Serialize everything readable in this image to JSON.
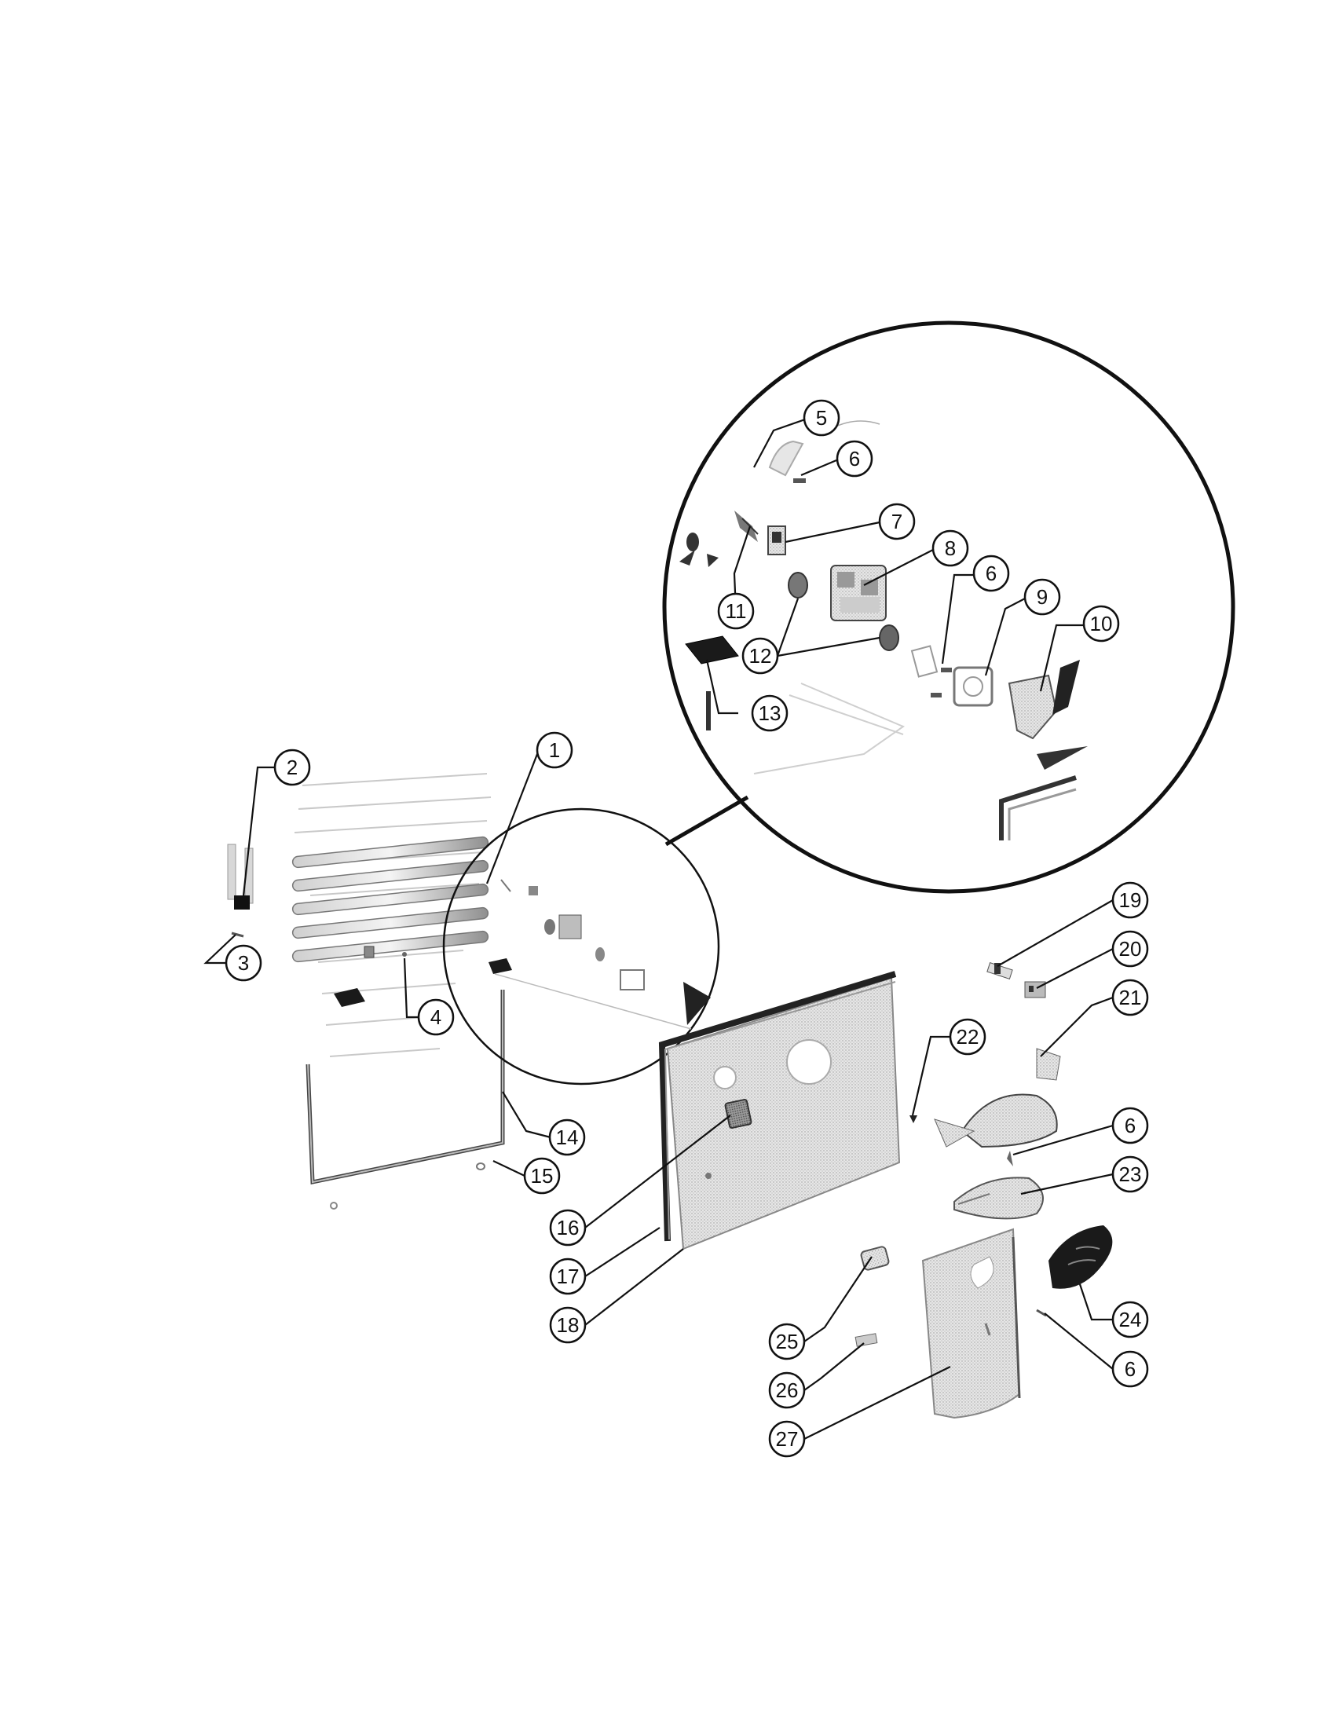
{
  "diagram": {
    "callouts": [
      {
        "id": "c1",
        "label": "1"
      },
      {
        "id": "c2",
        "label": "2"
      },
      {
        "id": "c3",
        "label": "3"
      },
      {
        "id": "c4",
        "label": "4"
      },
      {
        "id": "c5",
        "label": "5"
      },
      {
        "id": "c6a",
        "label": "6"
      },
      {
        "id": "c7",
        "label": "7"
      },
      {
        "id": "c8",
        "label": "8"
      },
      {
        "id": "c6b",
        "label": "6"
      },
      {
        "id": "c9",
        "label": "9"
      },
      {
        "id": "c10",
        "label": "10"
      },
      {
        "id": "c11",
        "label": "11"
      },
      {
        "id": "c12",
        "label": "12"
      },
      {
        "id": "c13",
        "label": "13"
      },
      {
        "id": "c14",
        "label": "14"
      },
      {
        "id": "c15",
        "label": "15"
      },
      {
        "id": "c16",
        "label": "16"
      },
      {
        "id": "c17",
        "label": "17"
      },
      {
        "id": "c18",
        "label": "18"
      },
      {
        "id": "c19",
        "label": "19"
      },
      {
        "id": "c20",
        "label": "20"
      },
      {
        "id": "c21",
        "label": "21"
      },
      {
        "id": "c22",
        "label": "22"
      },
      {
        "id": "c6c",
        "label": "6"
      },
      {
        "id": "c23",
        "label": "23"
      },
      {
        "id": "c24",
        "label": "24"
      },
      {
        "id": "c6d",
        "label": "6"
      },
      {
        "id": "c25",
        "label": "25"
      },
      {
        "id": "c26",
        "label": "26"
      },
      {
        "id": "c27",
        "label": "27"
      }
    ]
  }
}
